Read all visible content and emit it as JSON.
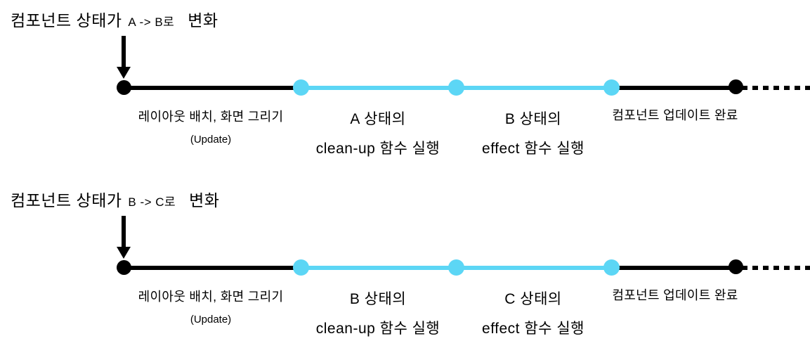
{
  "colors": {
    "black": "#000000",
    "cyan": "#5CD6F5",
    "background": "#FFFFFF"
  },
  "timelines": [
    {
      "header": {
        "main": "컴포넌트 상태가",
        "transition": "A -> B로",
        "suffix": "변화"
      },
      "labels": {
        "phase1_line1": "레이아웃 배치, 화면 그리기",
        "phase1_line2": "(Update)",
        "phase2_line1": "A 상태의",
        "phase2_line2": "clean-up 함수 실행",
        "phase3_line1": "B 상태의",
        "phase3_line2": "effect 함수 실행",
        "phase4_line1": "컴포넌트 업데이트 완료"
      }
    },
    {
      "header": {
        "main": "컴포넌트 상태가",
        "transition": "B -> C로",
        "suffix": "변화"
      },
      "labels": {
        "phase1_line1": "레이아웃 배치, 화면 그리기",
        "phase1_line2": "(Update)",
        "phase2_line1": "B 상태의",
        "phase2_line2": "clean-up 함수 실행",
        "phase3_line1": "C 상태의",
        "phase3_line2": "effect 함수 실행",
        "phase4_line1": "컴포넌트 업데이트 완료"
      }
    }
  ]
}
